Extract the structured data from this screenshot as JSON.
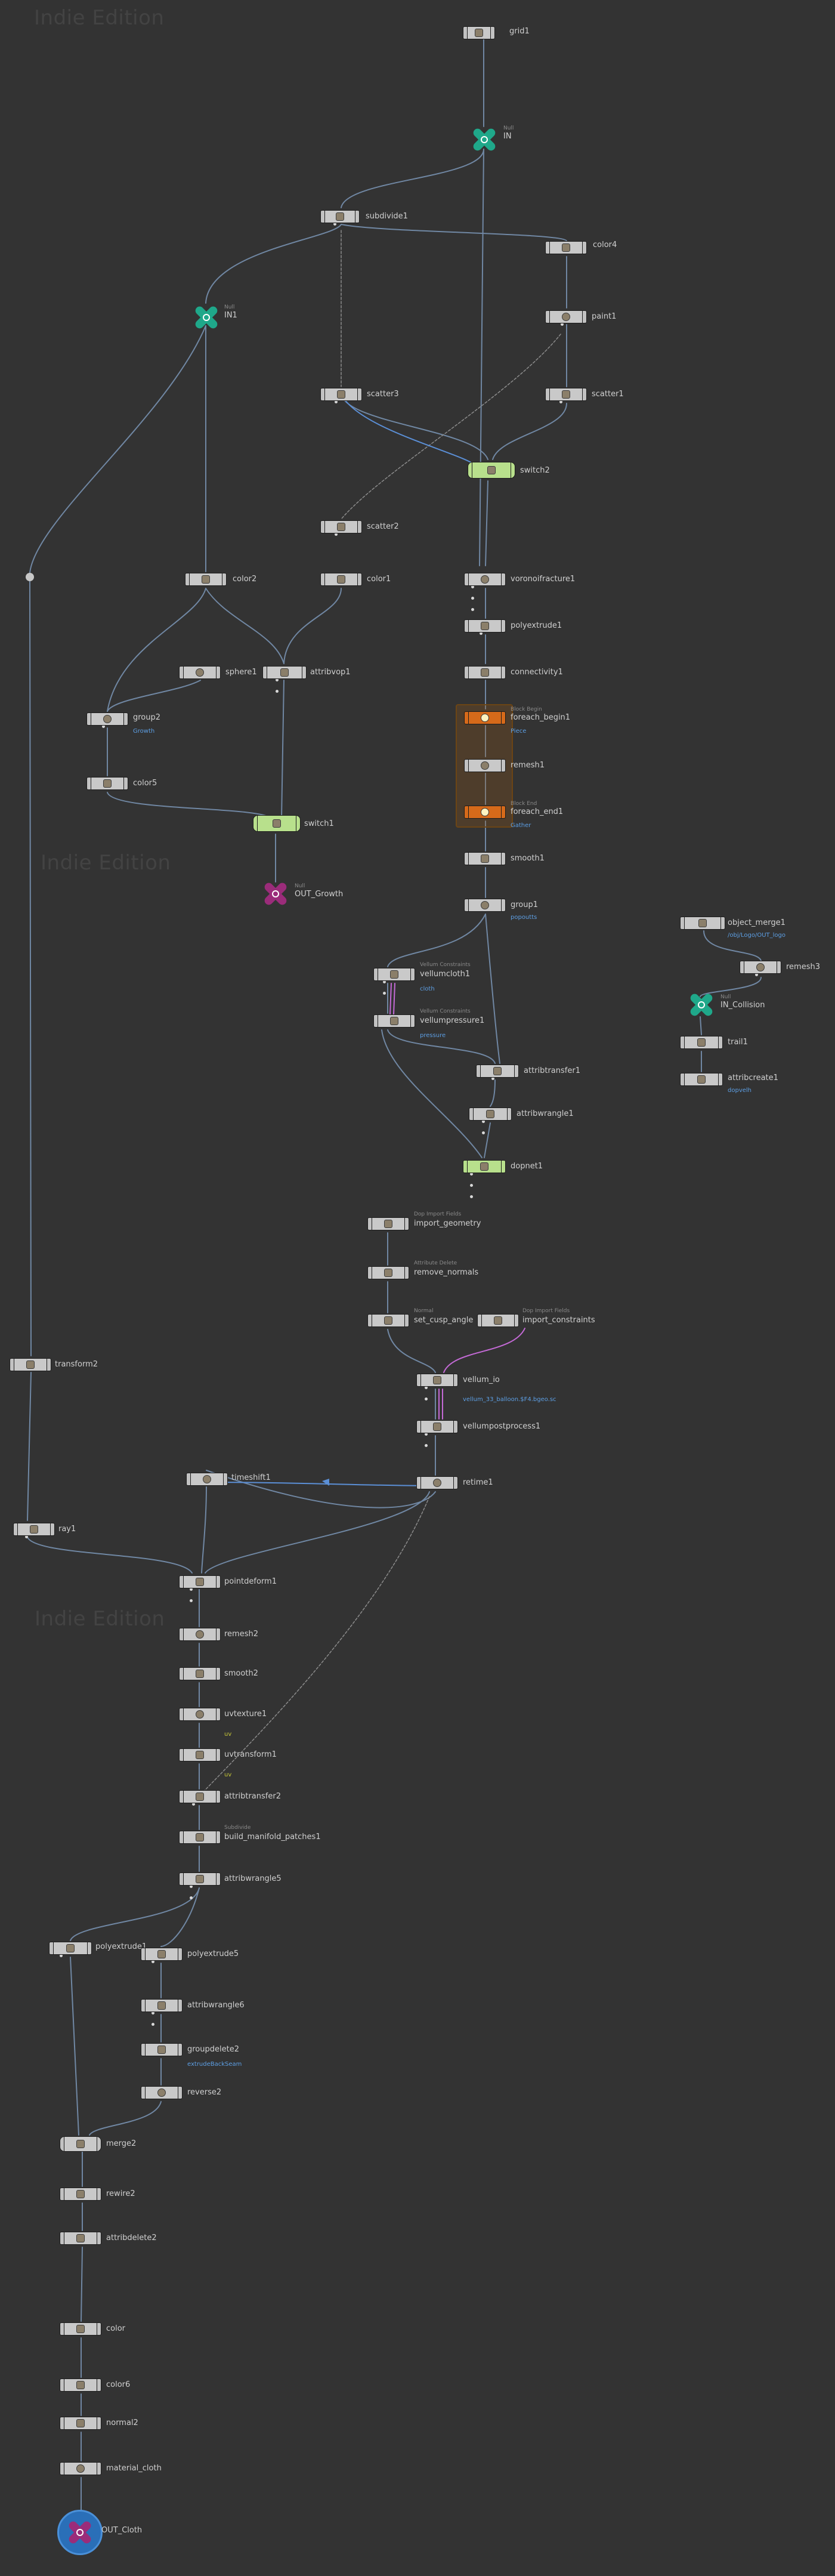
{
  "watermark": "Indie Edition",
  "nodes": {
    "grid1": {
      "label": "grid1"
    },
    "in": {
      "label": "IN",
      "sub": "Null"
    },
    "subdivide1": {
      "label": "subdivide1"
    },
    "color4": {
      "label": "color4"
    },
    "paint1": {
      "label": "paint1"
    },
    "in1": {
      "label": "IN1",
      "sub": "Null"
    },
    "scatter3": {
      "label": "scatter3"
    },
    "scatter1": {
      "label": "scatter1"
    },
    "switch2": {
      "label": "switch2"
    },
    "scatter2": {
      "label": "scatter2"
    },
    "color2": {
      "label": "color2"
    },
    "color1": {
      "label": "color1"
    },
    "voronoifracture1": {
      "label": "voronoifracture1"
    },
    "polyextrude1": {
      "label": "polyextrude1"
    },
    "sphere1": {
      "label": "sphere1"
    },
    "attribvop1": {
      "label": "attribvop1"
    },
    "connectivity1": {
      "label": "connectivity1"
    },
    "group2": {
      "label": "group2",
      "sub2": "Growth"
    },
    "foreach_begin1": {
      "label": "foreach_begin1",
      "sub": "Block Begin",
      "sub2": "Piece"
    },
    "remesh1": {
      "label": "remesh1"
    },
    "color5": {
      "label": "color5"
    },
    "switch1": {
      "label": "switch1"
    },
    "foreach_end1": {
      "label": "foreach_end1",
      "sub": "Block End",
      "sub2": "Gather"
    },
    "smooth1": {
      "label": "smooth1"
    },
    "out_growth": {
      "label": "OUT_Growth",
      "sub": "Null"
    },
    "group1": {
      "label": "group1",
      "sub2": "popoutts"
    },
    "object_merge1": {
      "label": "object_merge1",
      "sub2": "/obj/Logo/OUT_logo"
    },
    "remesh3": {
      "label": "remesh3"
    },
    "vellumcloth1": {
      "label": "vellumcloth1",
      "sub": "Vellum Constraints",
      "sub2": "cloth"
    },
    "in_collision": {
      "label": "IN_Collision",
      "sub": "Null"
    },
    "trail1": {
      "label": "trail1"
    },
    "vellumpressure1": {
      "label": "vellumpressure1",
      "sub": "Vellum Constraints",
      "sub2": "pressure"
    },
    "attribcreate1": {
      "label": "attribcreate1",
      "sub2": "dopvelh"
    },
    "attribtransfer1": {
      "label": "attribtransfer1"
    },
    "attribwrangle1": {
      "label": "attribwrangle1"
    },
    "dopnet1": {
      "label": "dopnet1"
    },
    "import_geometry": {
      "label": "import_geometry",
      "sub": "Dop Import Fields"
    },
    "remove_normals": {
      "label": "remove_normals",
      "sub": "Attribute Delete"
    },
    "set_cusp_angle": {
      "label": "set_cusp_angle",
      "sub": "Normal"
    },
    "import_constraints": {
      "label": "import_constraints",
      "sub": "Dop Import Fields"
    },
    "vellum_io": {
      "label": "vellum_io",
      "sub2": "vellum_33_balloon.$F4.bgeo.sc"
    },
    "vellumpostprocess1": {
      "label": "vellumpostprocess1"
    },
    "timeshift1": {
      "label": "timeshift1"
    },
    "transform2": {
      "label": "transform2"
    },
    "retime1": {
      "label": "retime1"
    },
    "ray1": {
      "label": "ray1"
    },
    "pointdeform1": {
      "label": "pointdeform1"
    },
    "remesh2": {
      "label": "remesh2"
    },
    "smooth2": {
      "label": "smooth2"
    },
    "uvtexture1": {
      "label": "uvtexture1",
      "flag": "uv"
    },
    "uvtransform1": {
      "label": "uvtransform1",
      "flag": "uv"
    },
    "attribtransfer2": {
      "label": "attribtransfer2"
    },
    "build_manifold_patches1": {
      "label": "build_manifold_patches1",
      "sub": "Subdivide"
    },
    "attribwrangle5": {
      "label": "attribwrangle5"
    },
    "polyextrude1b": {
      "label": "polyextrude1"
    },
    "polyextrude5": {
      "label": "polyextrude5"
    },
    "attribwrangle6": {
      "label": "attribwrangle6"
    },
    "groupdelete2": {
      "label": "groupdelete2",
      "sub2": "extrudeBackSeam"
    },
    "reverse2": {
      "label": "reverse2"
    },
    "merge2": {
      "label": "merge2"
    },
    "rewire2": {
      "label": "rewire2"
    },
    "attribdelete2": {
      "label": "attribdelete2"
    },
    "color": {
      "label": "color"
    },
    "color6": {
      "label": "color6"
    },
    "normal2": {
      "label": "normal2"
    },
    "material_cloth": {
      "label": "material_cloth"
    },
    "out_cloth": {
      "label": "OUT_Cloth"
    }
  },
  "colors": {
    "background": "#333333",
    "wire": "#7a93b0",
    "node_body": "#c9c9c9",
    "selected": "#b8e08c",
    "block": "#d66a1a",
    "null_badge": "#1fa88a",
    "out_badge": "#9b2c7a",
    "param_text": "#5d9fe4"
  }
}
